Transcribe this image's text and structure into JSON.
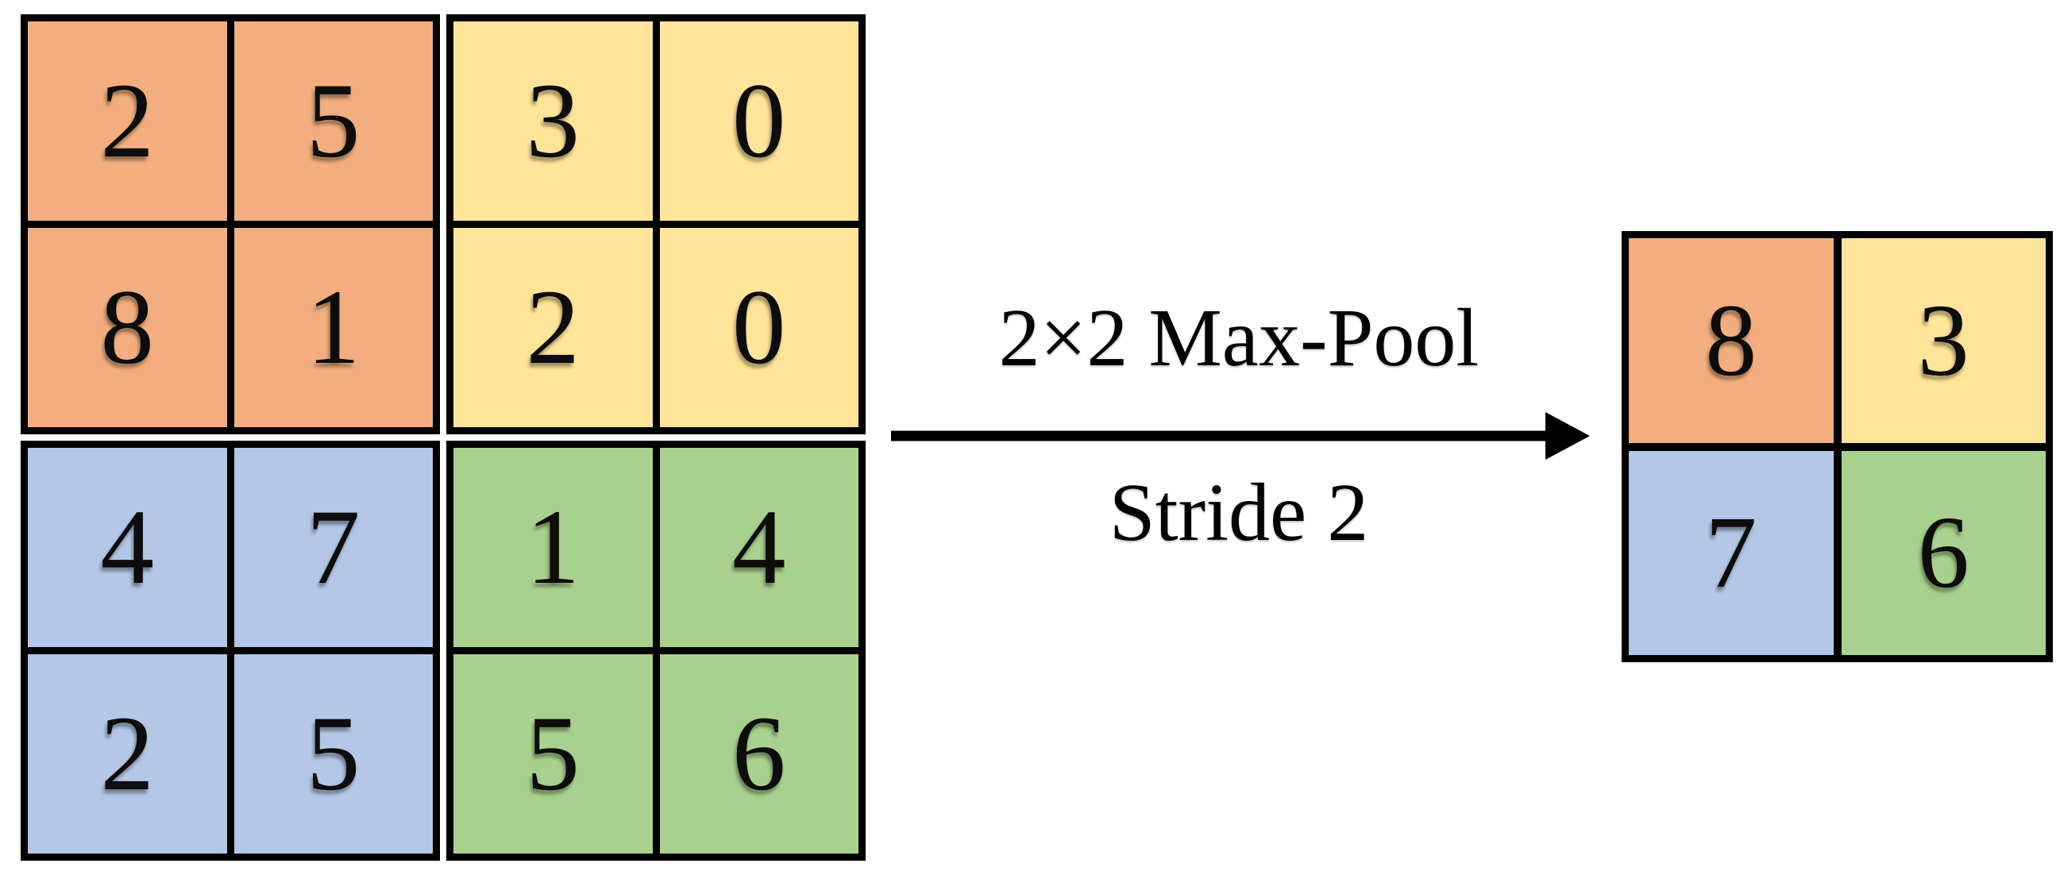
{
  "input_grid": {
    "rows": [
      [
        "2",
        "5",
        "3",
        "0"
      ],
      [
        "8",
        "1",
        "2",
        "0"
      ],
      [
        "4",
        "7",
        "1",
        "4"
      ],
      [
        "2",
        "5",
        "5",
        "6"
      ]
    ],
    "quadrants": [
      {
        "name": "top-left",
        "color": "#F2AE7E",
        "cells": [
          [
            "2",
            "5"
          ],
          [
            "8",
            "1"
          ]
        ]
      },
      {
        "name": "top-right",
        "color": "#FFE599",
        "cells": [
          [
            "3",
            "0"
          ],
          [
            "2",
            "0"
          ]
        ]
      },
      {
        "name": "bottom-left",
        "color": "#B4C7E7",
        "cells": [
          [
            "4",
            "7"
          ],
          [
            "2",
            "5"
          ]
        ]
      },
      {
        "name": "bottom-right",
        "color": "#A9D18E",
        "cells": [
          [
            "1",
            "4"
          ],
          [
            "5",
            "6"
          ]
        ]
      }
    ]
  },
  "operation": {
    "label_top": "2×2 Max-Pool",
    "label_bottom": "Stride 2"
  },
  "output_grid": {
    "cells": [
      {
        "value": "8",
        "color": "#F2AE7E"
      },
      {
        "value": "3",
        "color": "#FFE599"
      },
      {
        "value": "7",
        "color": "#B4C7E7"
      },
      {
        "value": "6",
        "color": "#A9D18E"
      }
    ]
  },
  "colors": {
    "border": "#000000",
    "background": "#FFFFFF",
    "arrow": "#000000",
    "text": "#000000"
  }
}
